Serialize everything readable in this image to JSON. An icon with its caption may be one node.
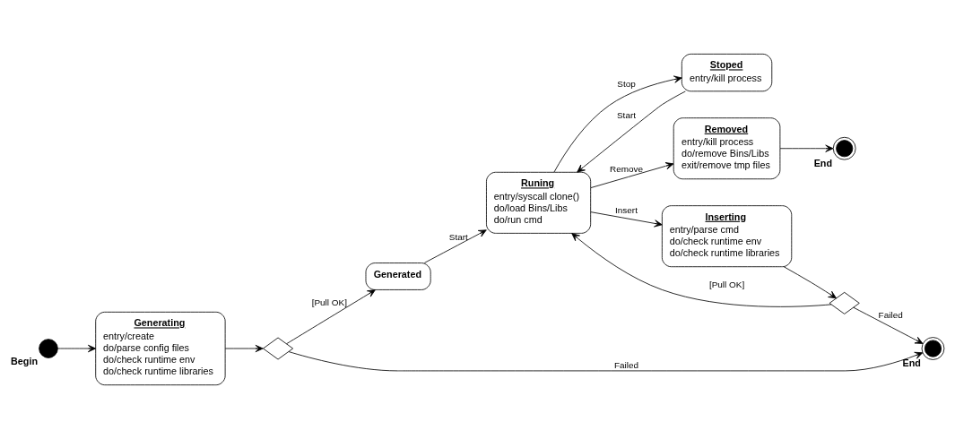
{
  "diagram": {
    "nodes": [
      {
        "text": [
          "Generating",
          "entry/create",
          "do/parse config files",
          "do/check runtime env",
          "do/check runtime libraries"
        ]
      },
      {
        "text": [],
        "shape": "circle",
        "beside": [
          "Begin"
        ]
      },
      {
        "text": [],
        "shape": "diamond"
      },
      {
        "text": [
          "Generated"
        ]
      },
      {
        "text": [
          "Stoped",
          "entry/kill process"
        ]
      },
      {
        "text": [
          "Runing",
          "entry/syscall clone()",
          "do/load Bins/Libs",
          "do/run cmd"
        ]
      },
      {
        "text": [
          "Removed",
          "entry/kill process",
          "do/remove Bins/Libs",
          "exit/remove tmp files"
        ]
      },
      {
        "text": [],
        "shape": "bullseye",
        "beside": [
          "End"
        ]
      },
      {
        "text": [
          "Inserting",
          "entry/parse cmd",
          "do/check runtime env",
          "do/check runtime libraries"
        ]
      },
      {
        "text": [],
        "shape": "diamond"
      },
      {
        "text": [],
        "shape": "bullseye",
        "beside": [
          "End"
        ]
      }
    ],
    "edges": [
      {
        "from": 1,
        "to": 0,
        "arrow": "to"
      },
      {
        "from": 0,
        "to": 2,
        "arrow": "to"
      },
      {
        "from": 2,
        "to": 3,
        "arrow": "to",
        "label": "[Pull OK]"
      },
      {
        "from": 2,
        "to": 7,
        "arrow": "to",
        "label": "Failed"
      },
      {
        "from": 3,
        "to": 5,
        "arrow": "to",
        "label": "Start"
      },
      {
        "from": 4,
        "to": 5,
        "arrow": "to",
        "label": "Start"
      },
      {
        "from": 5,
        "to": 4,
        "arrow": "to",
        "label": "Stop"
      },
      {
        "from": 5,
        "to": 6,
        "arrow": "to",
        "label": "Remove"
      },
      {
        "from": 5,
        "to": 8,
        "arrow": "to",
        "label": "Insert"
      },
      {
        "from": 8,
        "to": 9,
        "arrow": "to"
      },
      {
        "from": 9,
        "to": 5,
        "arrow": "to",
        "label": "[Pull OK]"
      },
      {
        "from": 9,
        "to": 7,
        "arrow": "to",
        "label": "Failed"
      },
      {
        "from": 6,
        "to": 10,
        "arrow": "to"
      }
    ]
  }
}
